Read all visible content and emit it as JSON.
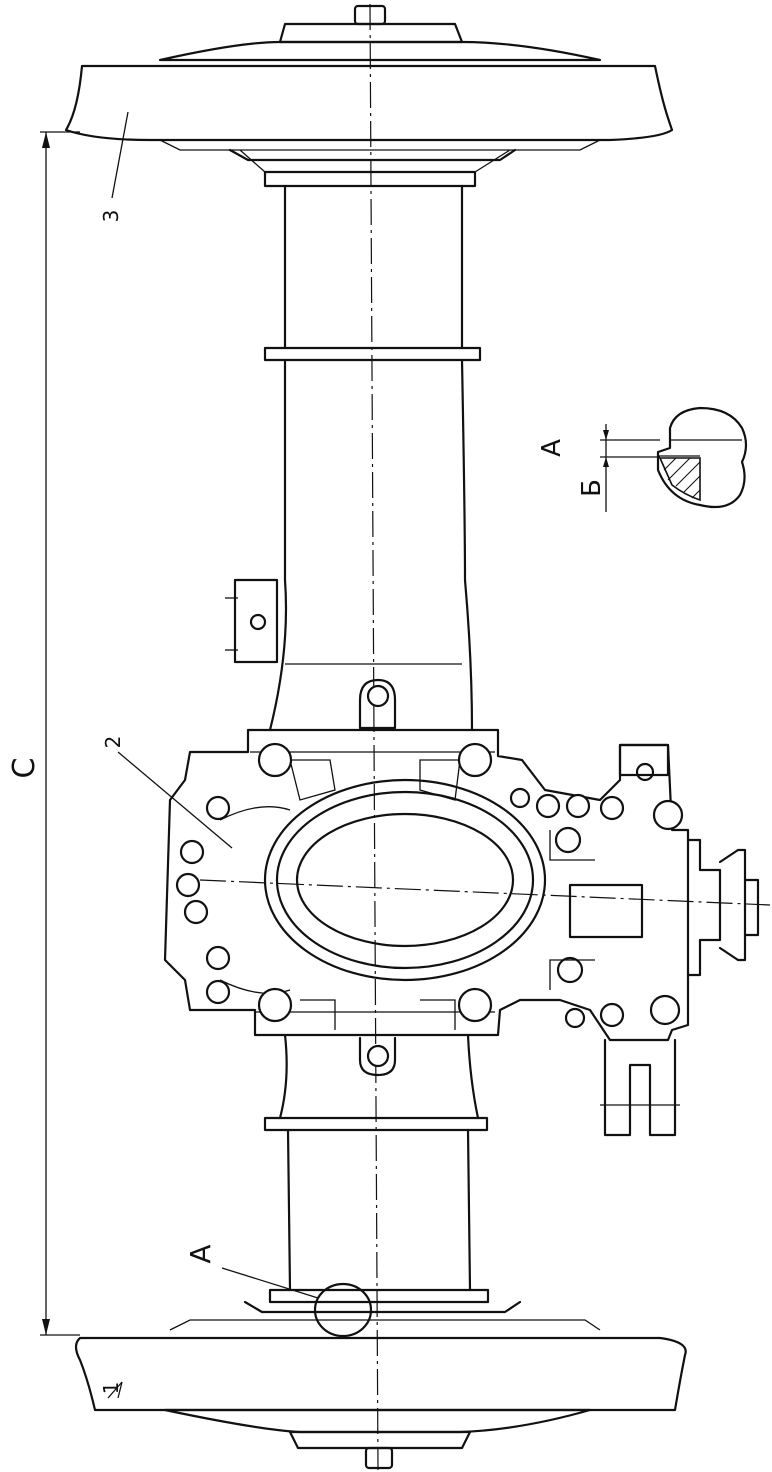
{
  "drawing": {
    "dimension_label": "С",
    "callout_wheel_bottom": "1",
    "callout_gearbox": "2",
    "callout_wheel_top": "3",
    "detail_view_label": "А",
    "detail_letter_a": "А",
    "detail_letter_b": "Б"
  }
}
